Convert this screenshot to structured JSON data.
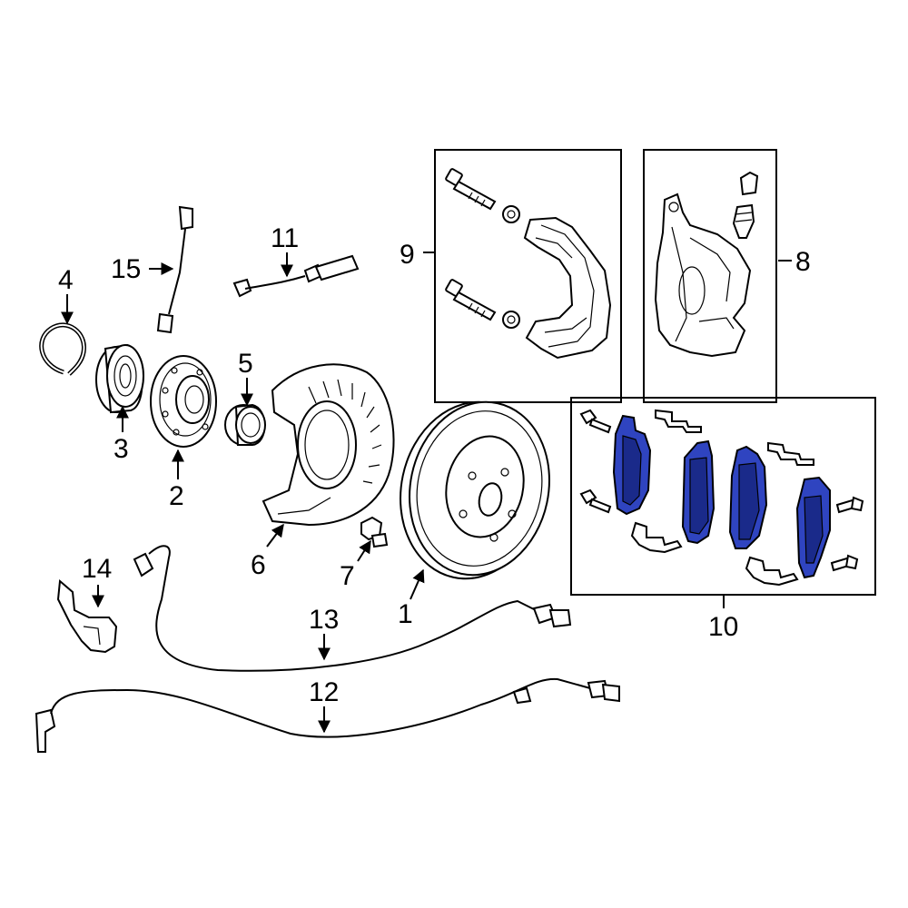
{
  "colors": {
    "pad": "#2f44c0",
    "pad_dark": "#1a2a8a",
    "line": "#000000",
    "background": "#ffffff"
  },
  "callouts": {
    "c1": "1",
    "c2": "2",
    "c3": "3",
    "c4": "4",
    "c5": "5",
    "c6": "6",
    "c7": "7",
    "c8": "8",
    "c9": "9",
    "c10": "10",
    "c11": "11",
    "c12": "12",
    "c13": "13",
    "c14": "14",
    "c15": "15"
  }
}
